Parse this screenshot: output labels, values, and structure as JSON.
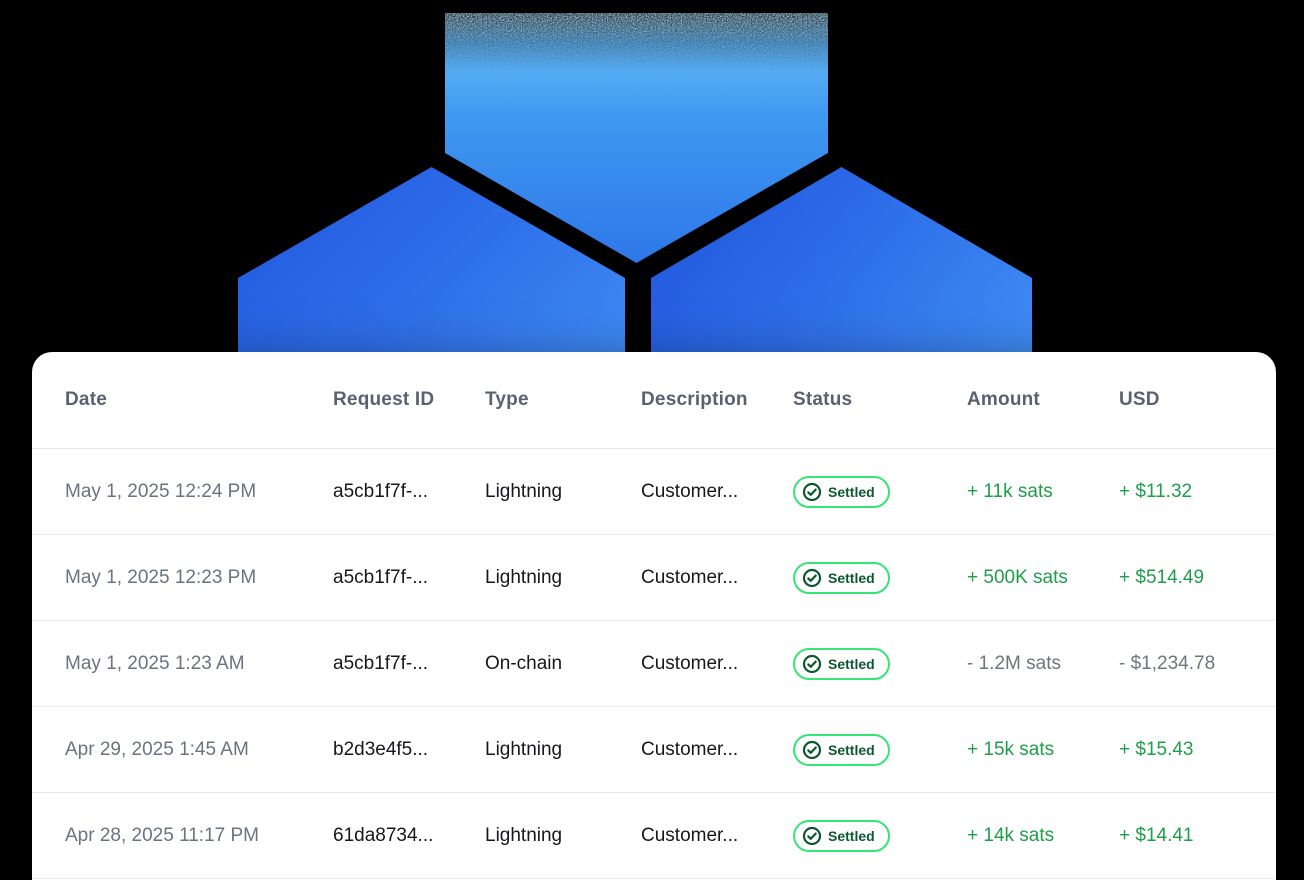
{
  "hero": {
    "background_color": "#000000",
    "hexagons": {
      "count": 3,
      "top_gradient": [
        "#b9e7ff",
        "#409af1",
        "#2e77e9"
      ],
      "bottom_gradient": [
        "#2055dd",
        "#3f8cf4"
      ],
      "effect": "noise-dissolve"
    }
  },
  "colors": {
    "card_background": "#ffffff",
    "header_text": "#5b6170",
    "muted_text": "#6b7280",
    "body_text": "#17181c",
    "positive_amount": "#1f9e4a",
    "negative_amount": "#6f7480",
    "divider": "#e9eaf0",
    "badge_border": "#35e576",
    "badge_text": "#0d5730"
  },
  "table": {
    "columns": [
      "Date",
      "Request ID",
      "Type",
      "Description",
      "Status",
      "Amount",
      "USD"
    ],
    "rows": [
      {
        "date": "May 1, 2025 12:24 PM",
        "request_id": "a5cb1f7f-...",
        "type": "Lightning",
        "description": "Customer...",
        "status": "Settled",
        "amount": "+ 11k sats",
        "usd": "+ $11.32",
        "negative": false
      },
      {
        "date": "May 1, 2025 12:23 PM",
        "request_id": "a5cb1f7f-...",
        "type": "Lightning",
        "description": "Customer...",
        "status": "Settled",
        "amount": "+ 500K sats",
        "usd": "+ $514.49",
        "negative": false
      },
      {
        "date": "May 1, 2025 1:23 AM",
        "request_id": "a5cb1f7f-...",
        "type": "On-chain",
        "description": "Customer...",
        "status": "Settled",
        "amount": "- 1.2M sats",
        "usd": "- $1,234.78",
        "negative": true
      },
      {
        "date": "Apr 29, 2025 1:45 AM",
        "request_id": "b2d3e4f5...",
        "type": "Lightning",
        "description": "Customer...",
        "status": "Settled",
        "amount": "+ 15k sats",
        "usd": "+ $15.43",
        "negative": false
      },
      {
        "date": "Apr 28, 2025 11:17 PM",
        "request_id": "61da8734...",
        "type": "Lightning",
        "description": "Customer...",
        "status": "Settled",
        "amount": "+ 14k sats",
        "usd": "+ $14.41",
        "negative": false
      }
    ]
  }
}
